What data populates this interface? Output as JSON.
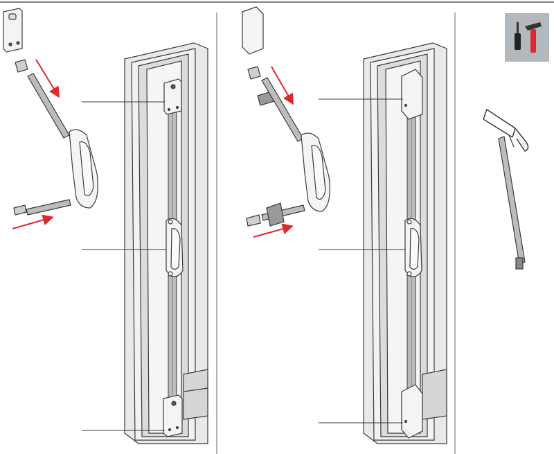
{
  "colors": {
    "arrow": "#e0262d",
    "line": "#3a3a3a",
    "frame_fill": "#e9e9e9",
    "frame_shade": "#cfcfcf",
    "part_fill": "#f4f4f4",
    "tool_box": "#b3b8bd",
    "hammer_red": "#e0262d"
  },
  "panels": [
    {
      "id": "panel-1",
      "description_text": ""
    },
    {
      "id": "panel-2",
      "description_text": ""
    },
    {
      "id": "panel-3",
      "description_text": ""
    }
  ],
  "icons": {
    "tools_badge": "screwdriver-hammer-icon",
    "saw": "hacksaw-icon"
  }
}
